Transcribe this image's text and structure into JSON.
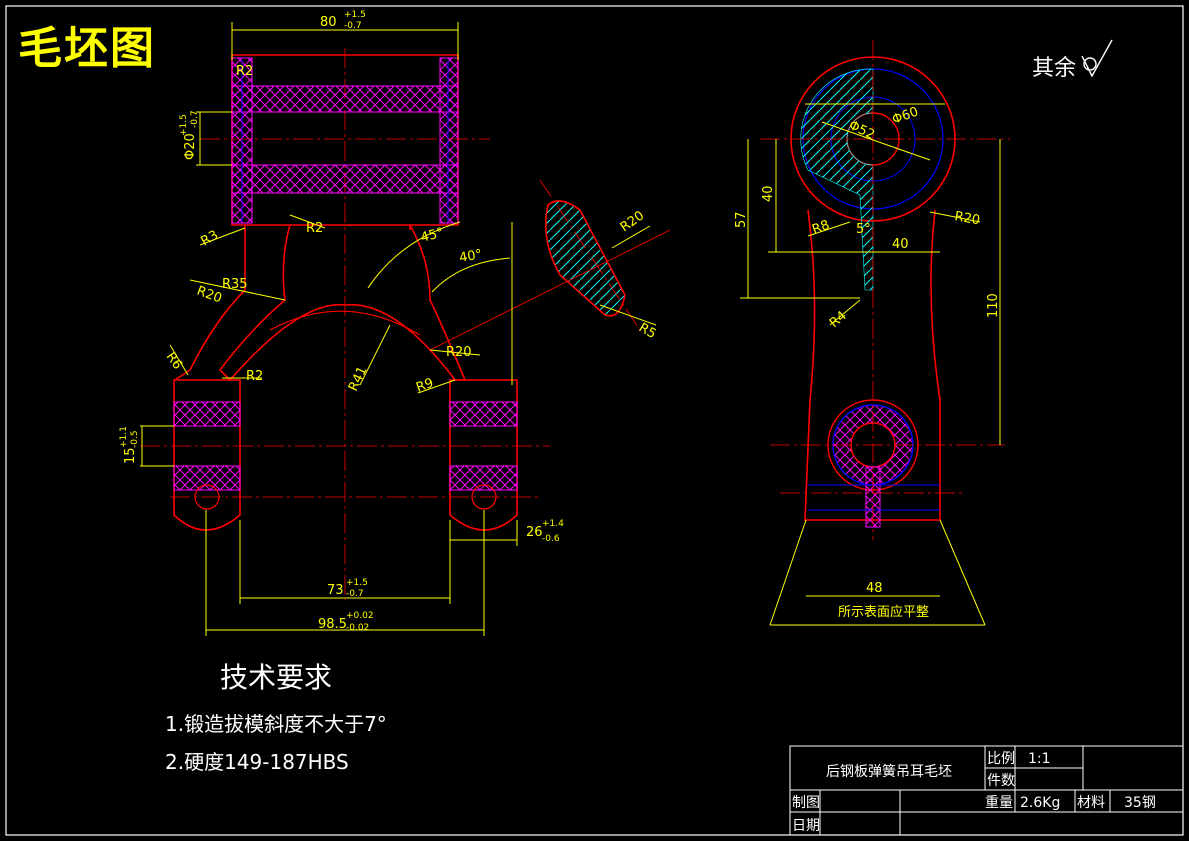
{
  "sheet": {
    "title": "毛坯图",
    "roughness_note": "其余"
  },
  "technical_requirements": {
    "title": "技术要求",
    "items": [
      "1.锻造拔模斜度不大于7°",
      "2.硬度149-187HBS"
    ]
  },
  "dimensions": {
    "top_width": "80",
    "top_width_tol_upper": "+1.5",
    "top_width_tol_lower": "-0.7",
    "bore_dia": "Φ20",
    "bore_dia_tol_upper": "+1.5",
    "bore_dia_tol_lower": "-0.7",
    "lower_height": "15",
    "lower_height_tol_upper": "+1.1",
    "lower_height_tol_lower": "-0.5",
    "inner_width": "73",
    "inner_width_tol_upper": "+1.5",
    "inner_width_tol_lower": "-0.7",
    "outer_width": "98.5",
    "outer_width_tol_upper": "+0.02",
    "outer_width_tol_lower": "-0.02",
    "lug_width": "26",
    "lug_width_tol_upper": "+1.4",
    "lug_width_tol_lower": "-0.6",
    "radius_labels": [
      "R2",
      "R3",
      "R2",
      "R20",
      "R35",
      "R6",
      "R2",
      "R41",
      "R9",
      "R20",
      "R20",
      "R5"
    ],
    "angles": [
      "45°",
      "40°"
    ],
    "side_view": {
      "dia_52": "Φ52",
      "dia_60": "Φ60",
      "r8": "R8",
      "r20": "R20",
      "r4": "R4",
      "angle_5": "5°",
      "w40": "40",
      "h40": "40",
      "h57": "57",
      "h110": "110",
      "w48": "48",
      "flat_note": "所示表面应平整"
    }
  },
  "title_block": {
    "part_name": "后钢板弹簧吊耳毛坯",
    "scale_label": "比例",
    "scale_value": "1:1",
    "qty_label": "件数",
    "drawn_label": "制图",
    "date_label": "日期",
    "weight_label": "重量",
    "weight_value": "2.6Kg",
    "material_label": "材料",
    "material_value": "35钢"
  },
  "colors": {
    "outline": "#ff0000",
    "dimension": "#ffff00",
    "hatch": "#ff00ff",
    "section_hatch": "#00ffff",
    "hidden": "#0000ff",
    "frame": "#ffffff"
  }
}
